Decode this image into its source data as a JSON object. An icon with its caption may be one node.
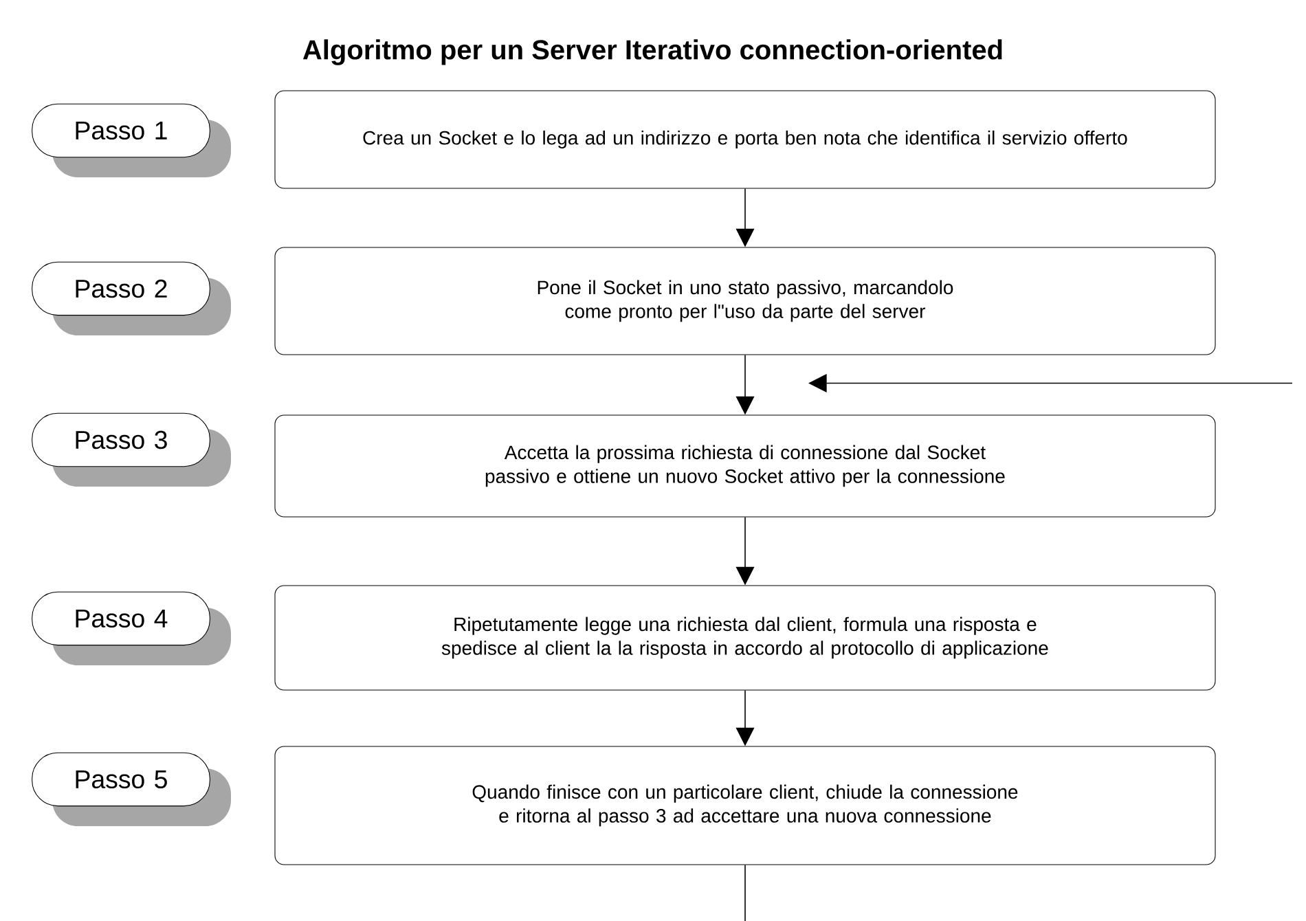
{
  "diagram": {
    "title": "Algoritmo per un Server Iterativo connection-oriented",
    "nodes": [
      {
        "text": [
          "Passo 1"
        ]
      },
      {
        "text": [
          "Crea un Socket e lo lega ad un indirizzo e porta ben nota che identifica il servizio offerto"
        ]
      },
      {
        "text": [
          "Passo 2"
        ]
      },
      {
        "text": [
          "Pone il Socket in uno stato passivo, marcandolo come pronto per l\"uso da parte del server"
        ]
      },
      {
        "text": [
          "Passo 3"
        ]
      },
      {
        "text": [
          "Accetta la prossima richiesta di connessione dal Socket passivo e ottiene un nuovo Socket attivo per la connessione"
        ]
      },
      {
        "text": [
          "Passo 4"
        ]
      },
      {
        "text": [
          "Ripetutamente legge una richiesta dal client, formula una risposta e spedisce al client la la risposta in accordo al protocollo di applicazione"
        ]
      },
      {
        "text": [
          "Passo 5"
        ]
      },
      {
        "text": [
          "Quando finisce con un particolare client, chiude la connessione e ritorna al passo 3 ad accettare una nuova connessione"
        ]
      }
    ],
    "edges": [
      {
        "from": 1,
        "to": 3,
        "arrow": "to"
      },
      {
        "from": 3,
        "to": 5,
        "arrow": "to"
      },
      {
        "from": 5,
        "to": 7,
        "arrow": "to"
      },
      {
        "from": 7,
        "to": 9,
        "arrow": "to"
      },
      {
        "from": null,
        "to": 5,
        "arrow": "to"
      },
      {
        "from": 9,
        "to": null,
        "arrow": "none"
      }
    ]
  }
}
